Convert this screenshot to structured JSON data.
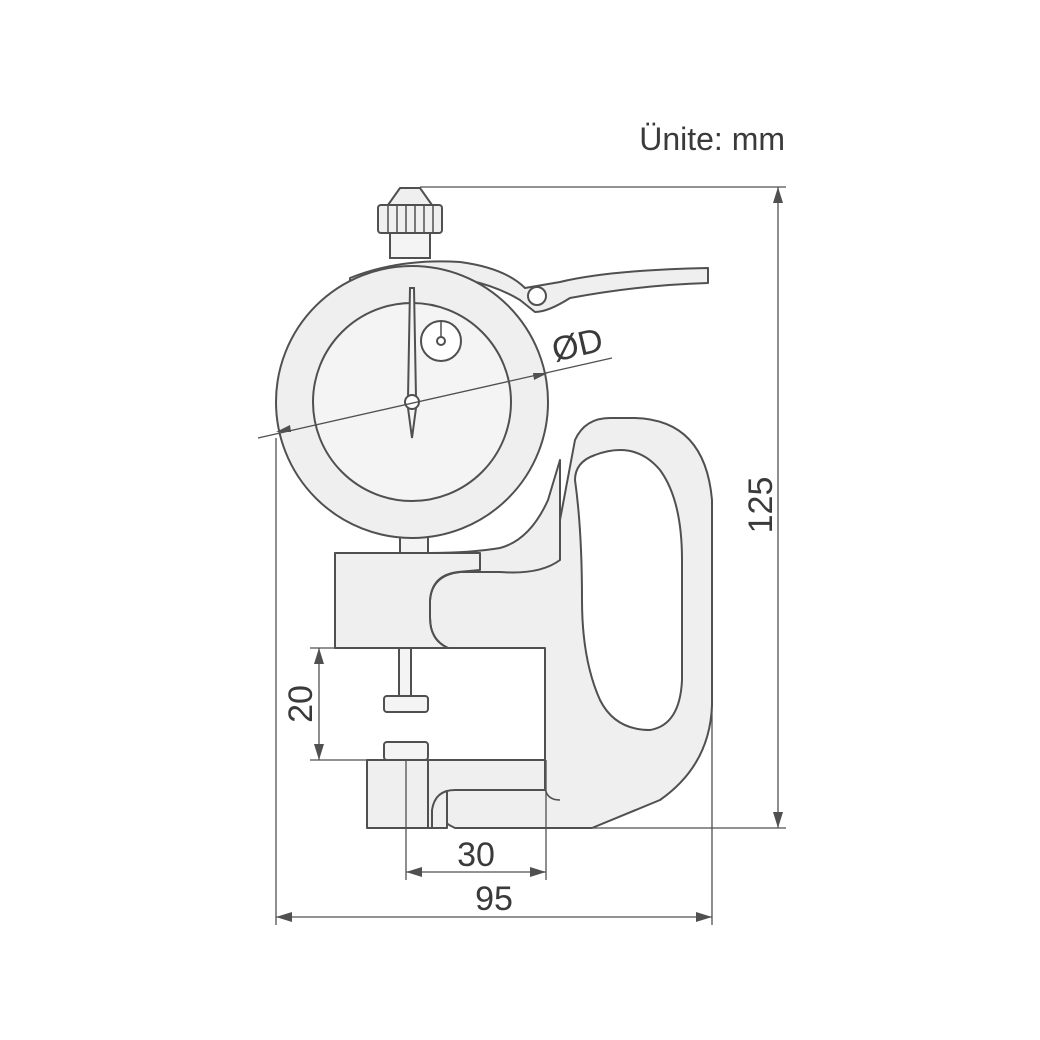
{
  "unit_label": "Ünite: mm",
  "dimensions": {
    "dial_diameter": "ØD",
    "overall_height": "125",
    "overall_width": "95",
    "throat_depth": "30",
    "measuring_range": "20"
  }
}
